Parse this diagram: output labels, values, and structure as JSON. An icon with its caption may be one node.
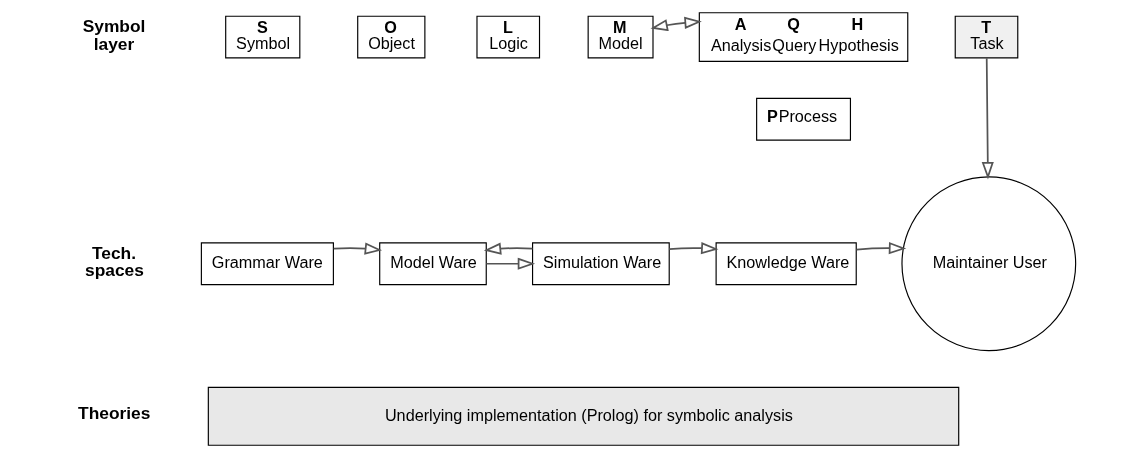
{
  "diagram": {
    "nodes": [
      {
        "text": [
          "S",
          "Symbol"
        ]
      },
      {
        "text": [
          "O",
          "Object"
        ]
      },
      {
        "text": [
          "L",
          "Logic"
        ]
      },
      {
        "text": [
          "M",
          "Model"
        ]
      },
      {
        "text": [
          "A",
          "Q",
          "H",
          "Analysis",
          "Query",
          "Hypothesis"
        ]
      },
      {
        "text": [
          "P",
          "Process"
        ]
      },
      {
        "text": [
          "T",
          "Task"
        ]
      },
      {
        "text": [
          "Grammar Ware"
        ]
      },
      {
        "text": [
          "Model Ware"
        ]
      },
      {
        "text": [
          "Simulation Ware"
        ]
      },
      {
        "text": [
          "Knowledge Ware"
        ]
      },
      {
        "text": [
          "Maintainer User"
        ]
      },
      {
        "text": [
          "Underlying implementation (Prolog) for symbolic analysis"
        ]
      }
    ],
    "edges": [
      {
        "from": 3,
        "to": 4,
        "arrow": "both"
      },
      {
        "from": 6,
        "to": 11,
        "arrow": "to"
      },
      {
        "from": 7,
        "to": 8,
        "arrow": "to"
      },
      {
        "from": 8,
        "to": 9,
        "arrow": "to"
      },
      {
        "from": 9,
        "to": 8,
        "arrow": "to"
      },
      {
        "from": 9,
        "to": 10,
        "arrow": "to"
      },
      {
        "from": 10,
        "to": 11,
        "arrow": "to"
      }
    ],
    "labels": [
      "Symbol layer",
      "Tech. spaces",
      "Theories"
    ]
  }
}
